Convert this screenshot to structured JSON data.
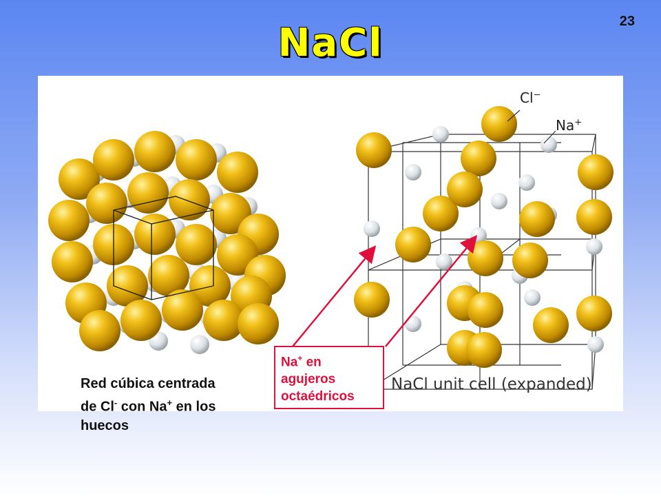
{
  "slide_number": "23",
  "title": "NaCl",
  "left_caption": {
    "line1": "Red cúbica centrada",
    "line2_pre": "de Cl",
    "line2_sup1": "-",
    "line2_mid": " con Na",
    "line2_sup2": "+",
    "line2_post": " en los",
    "line3": "huecos"
  },
  "ion_labels": {
    "cl": "Cl",
    "cl_charge": "−",
    "na": "Na",
    "na_charge": "+"
  },
  "unit_cell_caption": "NaCl unit cell (expanded)",
  "callout": {
    "line1_pre": "Na",
    "line1_sup": "+",
    "line1_post": " en",
    "line2": "agujeros",
    "line3": "octaédricos"
  },
  "colors": {
    "chloride": "#e0a800",
    "sodium": "#e8ecef",
    "callout": "#e0103c",
    "title": "#ffff00"
  }
}
